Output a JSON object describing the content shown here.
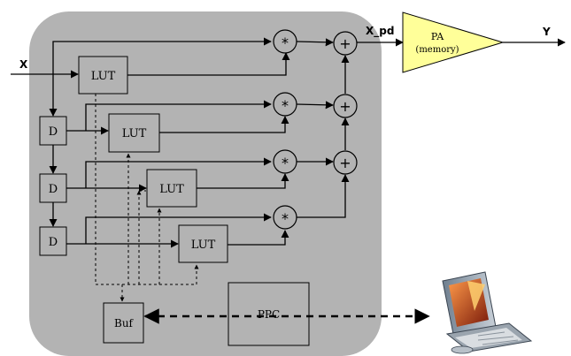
{
  "signals": {
    "input": "X",
    "predistorted": "X_pd",
    "output": "Y"
  },
  "blocks": {
    "lut": [
      "LUT",
      "LUT",
      "LUT",
      "LUT"
    ],
    "delay": [
      "D",
      "D",
      "D"
    ],
    "buffer": "Buf",
    "processor": "PPC",
    "amplifier": {
      "name": "PA",
      "note": "(memory)"
    }
  },
  "operators": {
    "multiply": "*",
    "add": "+"
  },
  "colors": {
    "panel": "#b3b3b3",
    "amplifier": "#ffff99"
  }
}
